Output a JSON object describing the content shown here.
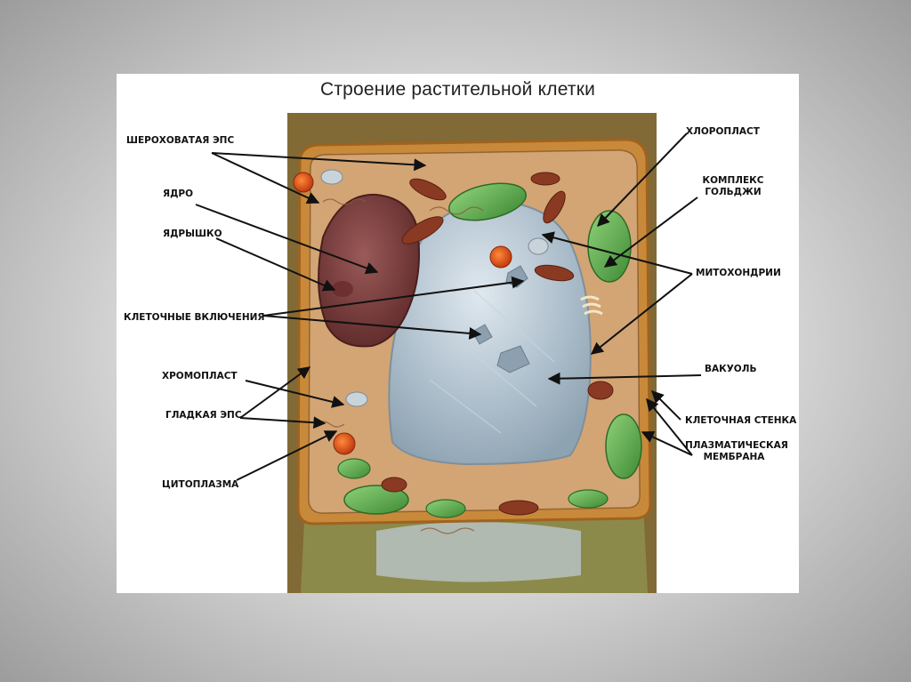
{
  "title": "Строение растительной клетки",
  "labels": {
    "rough_er": "ШЕРОХОВАТАЯ ЭПС",
    "nucleus": "ЯДРО",
    "nucleolus": "ЯДРЫШКО",
    "inclusions": "КЛЕТОЧНЫЕ ВКЛЮЧЕНИЯ",
    "chromoplast": "ХРОМОПЛАСТ",
    "smooth_er": "ГЛАДКАЯ ЭПС",
    "cytoplasm": "ЦИТОПЛАЗМА",
    "chloroplast": "ХЛОРОПЛАСТ",
    "golgi": "КОМПЛЕКС ГОЛЬДЖИ",
    "mitochondria": "МИТОХОНДРИИ",
    "vacuole": "ВАКУОЛЬ",
    "cell_wall": "КЛЕТОЧНАЯ СТЕНКА",
    "plasma_membrane": "ПЛАЗМАТИЧЕСКАЯ МЕМБРАНА"
  },
  "colors": {
    "cell_wall": "#c88a3a",
    "cytoplasm": "#d9a877",
    "nucleus": "#7a3a3a",
    "vacuole": "#a9bfcf",
    "chloroplast": "#5fa84a",
    "mitochondria": "#8a3a22",
    "chromoplast": "#e5501a",
    "arrow": "#111111"
  }
}
